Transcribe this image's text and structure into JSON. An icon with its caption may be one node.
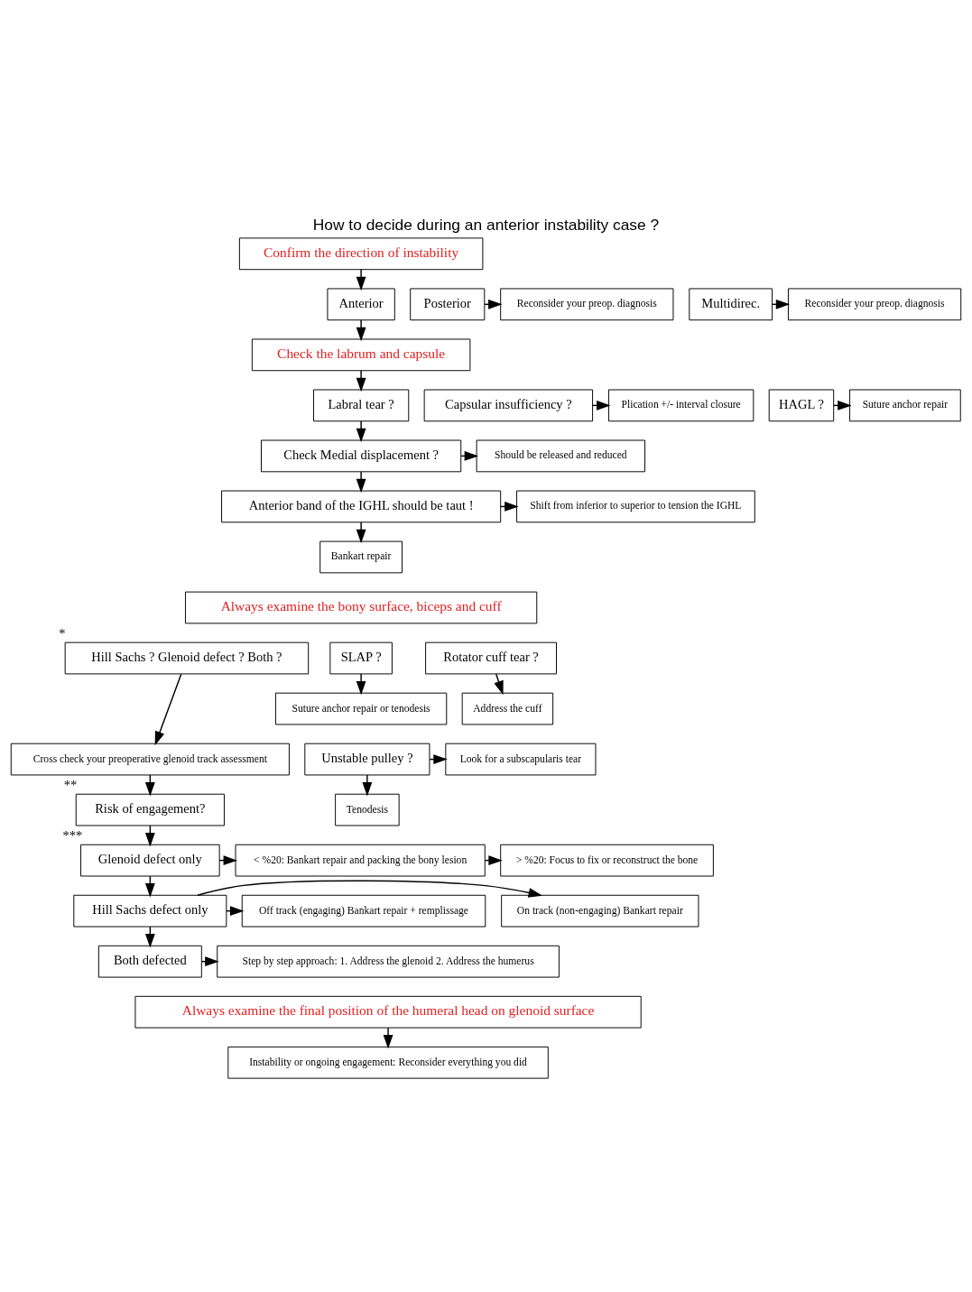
{
  "diagram": {
    "title": "How to decide during an anterior instability case ?",
    "nodes": [
      {
        "text": [
          "Confirm the direction of instability"
        ]
      },
      {
        "text": [
          "Reconsider your preop. diagnosis"
        ]
      },
      {
        "text": [
          "Posterior"
        ]
      },
      {
        "text": [
          "Anterior"
        ]
      },
      {
        "text": [
          "Multidirec."
        ]
      },
      {
        "text": [
          "Reconsider your preop. diagnosis"
        ]
      },
      {
        "text": [
          "Check the labrum and capsule"
        ]
      },
      {
        "text": [
          "Plication +/- interval closure"
        ]
      },
      {
        "text": [
          "Capsular insufficiency ?"
        ]
      },
      {
        "text": [
          "Labral tear ?"
        ]
      },
      {
        "text": [
          "HAGL ?"
        ]
      },
      {
        "text": [
          "Suture anchor repair"
        ]
      },
      {
        "text": [
          "Should be released and reduced"
        ]
      },
      {
        "text": [
          "Check Medial displacement ?"
        ]
      },
      {
        "text": [
          "Shift from inferior to superior to tension the IGHL"
        ]
      },
      {
        "text": [
          "Anterior band of the IGHL should be taut !"
        ]
      },
      {
        "text": [
          "Bankart repair"
        ]
      },
      {
        "text": [
          "Always examine the bony surface, biceps and cuff"
        ]
      },
      {
        "text": [
          "Hill Sachs ? Glenoid defect ? Both ?"
        ],
        "beside": [
          "*"
        ]
      },
      {
        "text": [
          "SLAP ?"
        ]
      },
      {
        "text": [
          "Rotator cuff tear ?"
        ]
      },
      {
        "text": [
          "Suture anchor repair or tenodesis"
        ]
      },
      {
        "text": [
          "Address the cuff"
        ]
      },
      {
        "text": [
          "Cross check your preoperative glenoid track assessment"
        ]
      },
      {
        "text": [
          "Unstable pulley ?"
        ]
      },
      {
        "text": [
          "Look for a subscapularis tear"
        ]
      },
      {
        "text": [
          "Risk of engagement?"
        ],
        "beside": [
          "**"
        ]
      },
      {
        "text": [
          "Tenodesis"
        ]
      },
      {
        "text": [
          "Glenoid defect only"
        ],
        "beside": [
          "***"
        ]
      },
      {
        "text": [
          "< %20: Bankart repair and packing the bony lesion"
        ]
      },
      {
        "text": [
          "> %20: Focus to fix or reconstruct the bone"
        ]
      },
      {
        "text": [
          "Hill Sachs defect only"
        ]
      },
      {
        "text": [
          "On track (non-engaging) Bankart repair"
        ]
      },
      {
        "text": [
          "Off track (engaging) Bankart repair + remplissage"
        ]
      },
      {
        "text": [
          "Both defected"
        ]
      },
      {
        "text": [
          "Step by step approach: 1. Address the glenoid 2. Address the humerus"
        ]
      },
      {
        "text": [
          "Always examine the final position of the humeral head on glenoid surface"
        ]
      },
      {
        "text": [
          "Instability or ongoing engagement: Reconsider everything you did"
        ]
      }
    ],
    "edges": [
      {
        "from": 0,
        "to": 3,
        "arrow": "to"
      },
      {
        "from": 2,
        "to": 1,
        "arrow": "to"
      },
      {
        "from": 4,
        "to": 5,
        "arrow": "to"
      },
      {
        "from": 3,
        "to": 6,
        "arrow": "to"
      },
      {
        "from": 6,
        "to": 9,
        "arrow": "to"
      },
      {
        "from": 8,
        "to": 7,
        "arrow": "to"
      },
      {
        "from": 10,
        "to": 11,
        "arrow": "to"
      },
      {
        "from": 9,
        "to": 13,
        "arrow": "to"
      },
      {
        "from": 13,
        "to": 12,
        "arrow": "to"
      },
      {
        "from": 13,
        "to": 15,
        "arrow": "to"
      },
      {
        "from": 15,
        "to": 14,
        "arrow": "to"
      },
      {
        "from": 15,
        "to": 16,
        "arrow": "to"
      },
      {
        "from": 18,
        "to": 23,
        "arrow": "to"
      },
      {
        "from": 19,
        "to": 21,
        "arrow": "to"
      },
      {
        "from": 20,
        "to": 22,
        "arrow": "to"
      },
      {
        "from": 24,
        "to": 25,
        "arrow": "to"
      },
      {
        "from": 23,
        "to": 26,
        "arrow": "to"
      },
      {
        "from": 24,
        "to": 27,
        "arrow": "to"
      },
      {
        "from": 26,
        "to": 28,
        "arrow": "to"
      },
      {
        "from": 28,
        "to": 29,
        "arrow": "to"
      },
      {
        "from": 29,
        "to": 30,
        "arrow": "to"
      },
      {
        "from": 28,
        "to": 31,
        "arrow": "to"
      },
      {
        "from": 31,
        "to": 32,
        "arrow": "to"
      },
      {
        "from": 31,
        "to": 33,
        "arrow": "to"
      },
      {
        "from": 31,
        "to": 34,
        "arrow": "to"
      },
      {
        "from": 34,
        "to": 35,
        "arrow": "to"
      },
      {
        "from": 36,
        "to": 37,
        "arrow": "to"
      }
    ]
  }
}
